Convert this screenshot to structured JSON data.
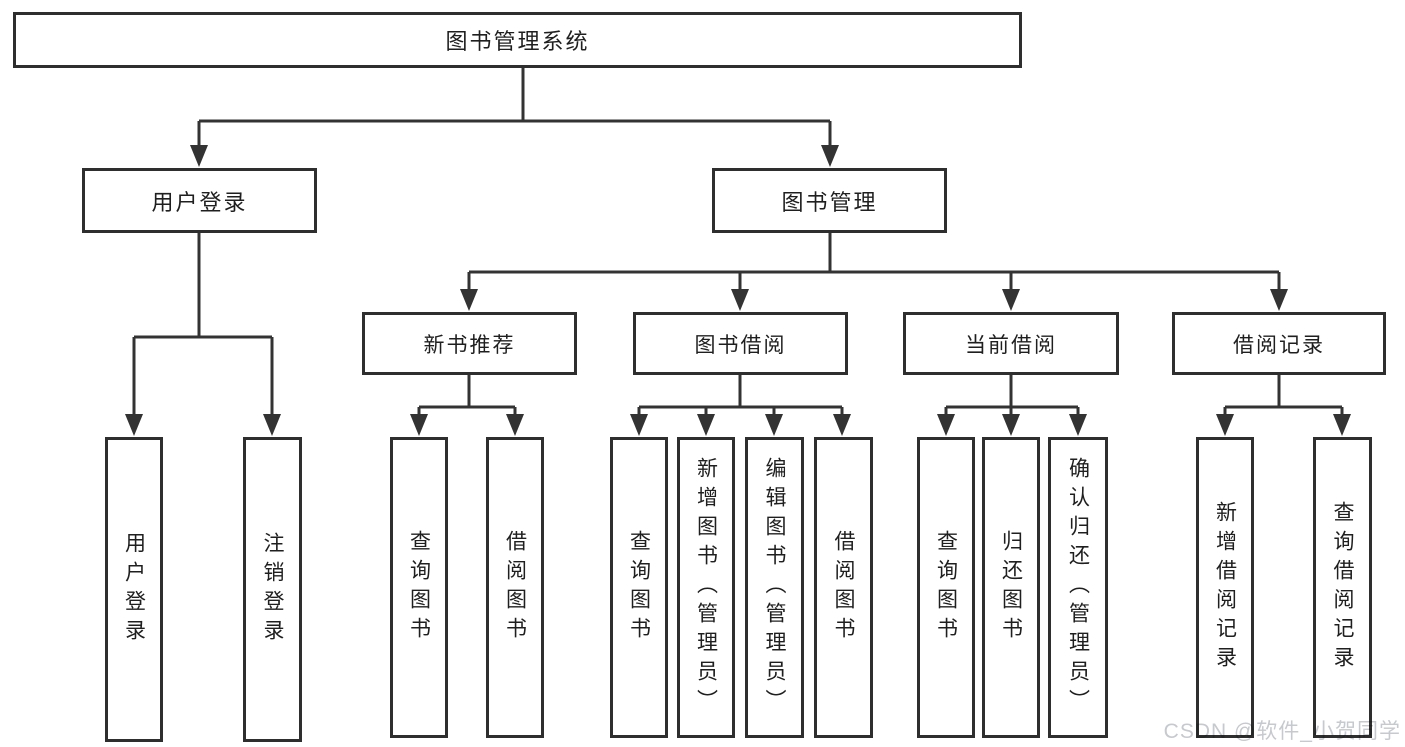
{
  "tree": {
    "label": "图书管理系统",
    "children": [
      {
        "label": "用户登录",
        "children": [
          {
            "label": "用户登录"
          },
          {
            "label": "注销登录"
          }
        ]
      },
      {
        "label": "图书管理",
        "children": [
          {
            "label": "新书推荐",
            "children": [
              {
                "label": "查询图书"
              },
              {
                "label": "借阅图书"
              }
            ]
          },
          {
            "label": "图书借阅",
            "children": [
              {
                "label": "查询图书"
              },
              {
                "label": "新增图书（管理员）"
              },
              {
                "label": "编辑图书（管理员）"
              },
              {
                "label": "借阅图书"
              }
            ]
          },
          {
            "label": "当前借阅",
            "children": [
              {
                "label": "查询图书"
              },
              {
                "label": "归还图书"
              },
              {
                "label": "确认归还（管理员）"
              }
            ]
          },
          {
            "label": "借阅记录",
            "children": [
              {
                "label": "新增借阅记录"
              },
              {
                "label": "查询借阅记录"
              }
            ]
          }
        ]
      }
    ]
  },
  "watermark": {
    "text": "CSDN @软件_小贺同学",
    "color": "#c6c9cd"
  },
  "colors": {
    "background": "#ffffff",
    "line": "#333333",
    "box_border": "#2e2e2e",
    "text": "#1f1f1f"
  }
}
